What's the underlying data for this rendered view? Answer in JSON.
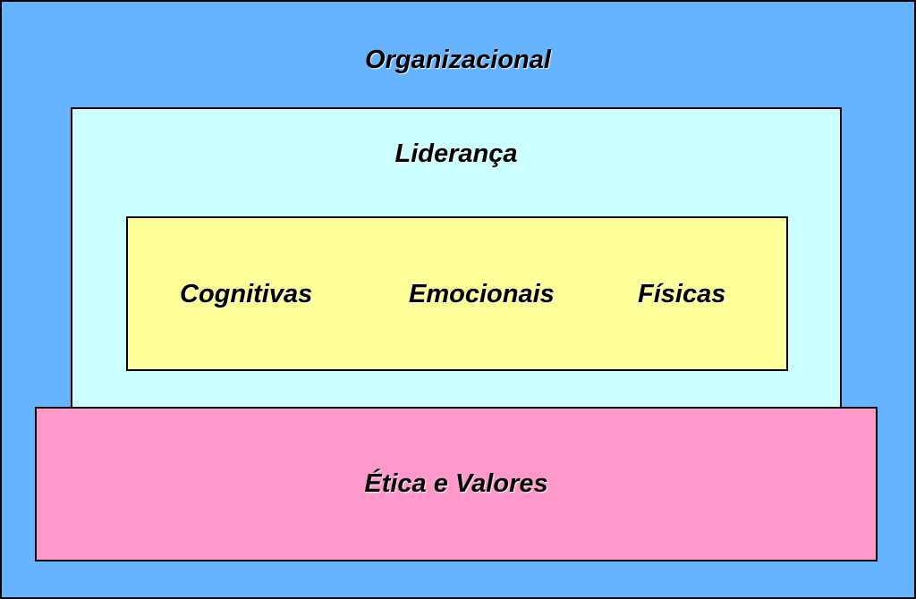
{
  "colors": {
    "organizacional": "#66b3ff",
    "lideranca": "#ccffff",
    "competencias": "#ffff99",
    "etica": "#ff99cc",
    "border": "#000000"
  },
  "layers": {
    "organizacional": "Organizacional",
    "lideranca": "Liderança",
    "competencias": [
      "Cognitivas",
      "Emocionais",
      "Físicas"
    ],
    "etica": "Ética e Valores"
  }
}
